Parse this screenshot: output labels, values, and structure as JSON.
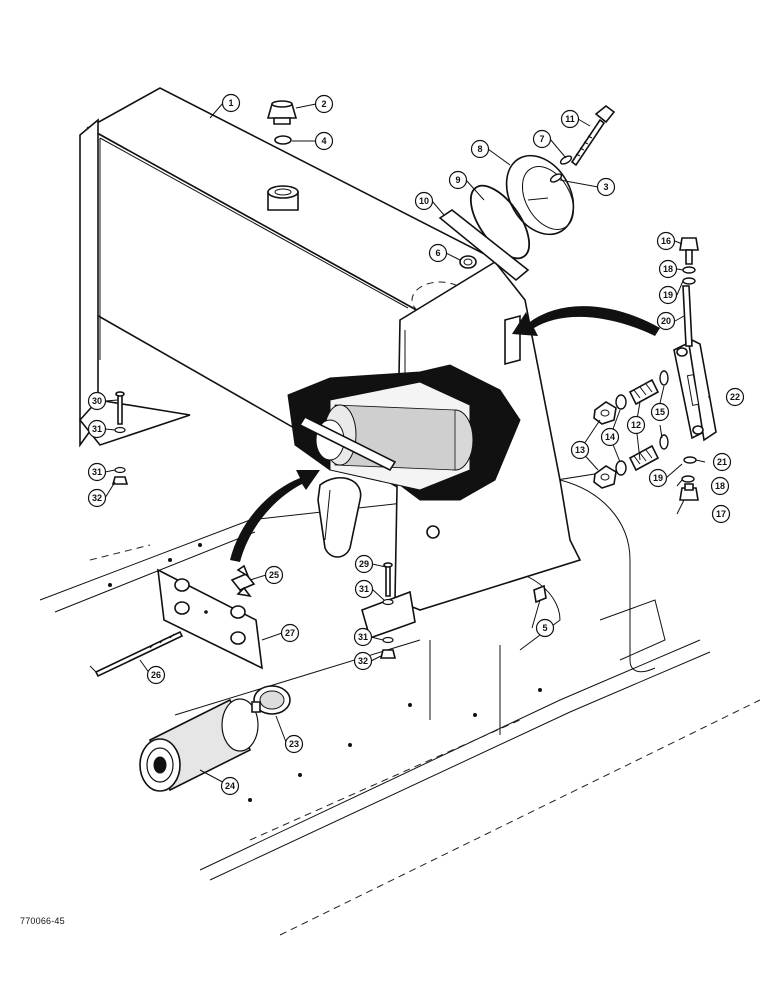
{
  "figure": {
    "id_label": "770066-45"
  },
  "callouts": [
    {
      "num": "1",
      "part": "hydraulic-tank"
    },
    {
      "num": "2",
      "part": "filler-cap"
    },
    {
      "num": "3",
      "part": "lock-washer"
    },
    {
      "num": "4",
      "part": "o-ring"
    },
    {
      "num": "5",
      "part": "fitting"
    },
    {
      "num": "6",
      "part": "fitting"
    },
    {
      "num": "7",
      "part": "washer"
    },
    {
      "num": "8",
      "part": "cover-plate"
    },
    {
      "num": "9",
      "part": "o-ring"
    },
    {
      "num": "10",
      "part": "gasket"
    },
    {
      "num": "11",
      "part": "cap-screw"
    },
    {
      "num": "12",
      "part": "nipple"
    },
    {
      "num": "13",
      "part": "nut"
    },
    {
      "num": "14",
      "part": "washer"
    },
    {
      "num": "15",
      "part": "o-ring"
    },
    {
      "num": "16",
      "part": "bolt"
    },
    {
      "num": "17",
      "part": "bolt"
    },
    {
      "num": "18",
      "part": "o-ring"
    },
    {
      "num": "19",
      "part": "washer"
    },
    {
      "num": "20",
      "part": "tube"
    },
    {
      "num": "21",
      "part": "washer"
    },
    {
      "num": "22",
      "part": "sight-gauge"
    },
    {
      "num": "23",
      "part": "relief-valve"
    },
    {
      "num": "24",
      "part": "filter-element"
    },
    {
      "num": "25",
      "part": "wing-nut"
    },
    {
      "num": "26",
      "part": "rod"
    },
    {
      "num": "27",
      "part": "plate"
    },
    {
      "num": "29",
      "part": "cap-screw"
    },
    {
      "num": "30",
      "part": "cap-screw"
    },
    {
      "num": "31",
      "part": "washer"
    },
    {
      "num": "32",
      "part": "nut"
    }
  ]
}
